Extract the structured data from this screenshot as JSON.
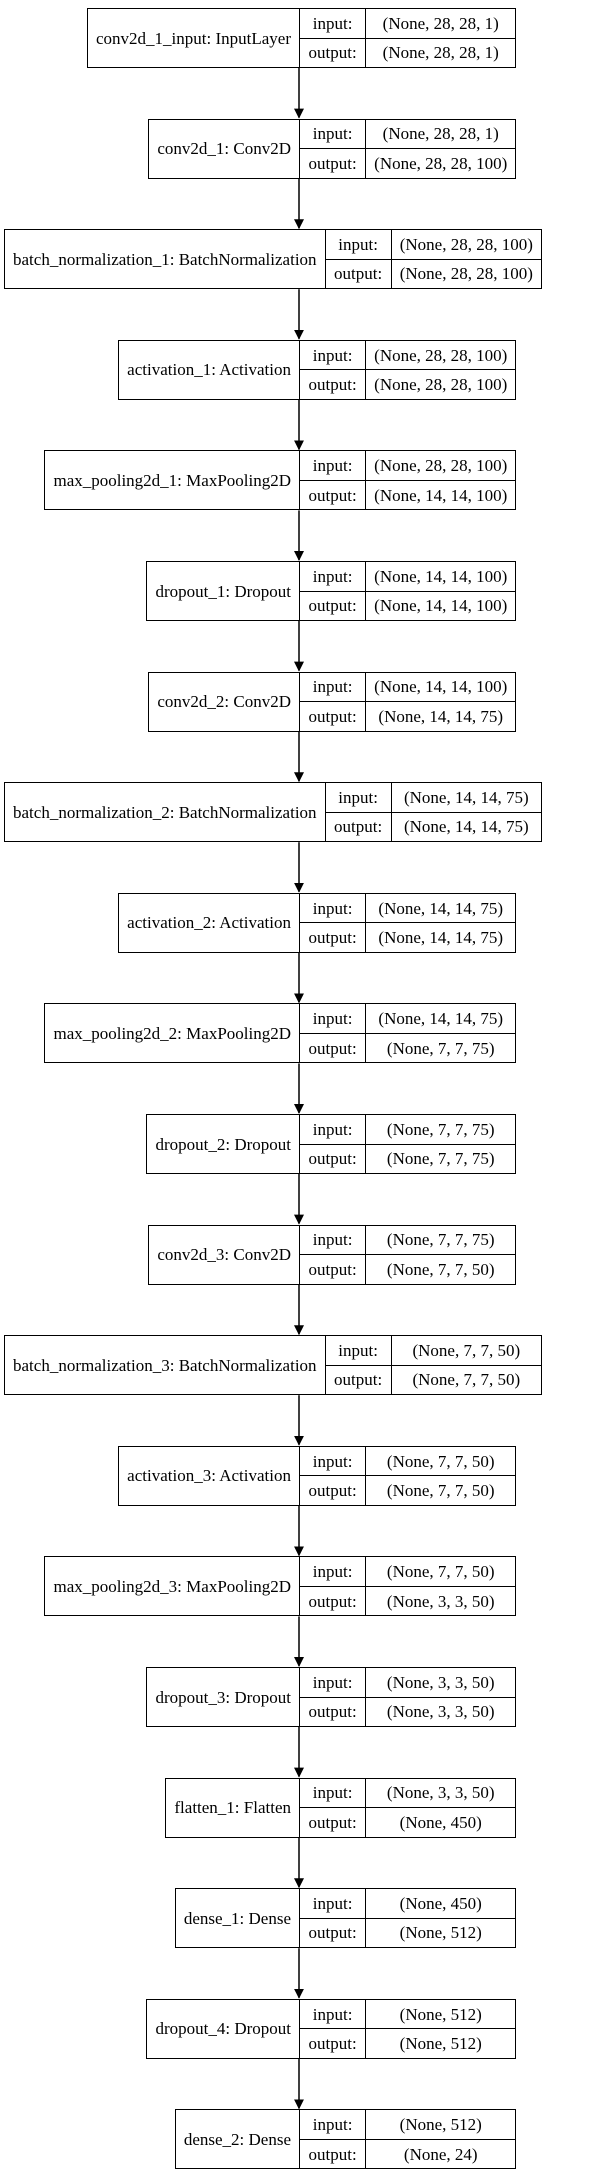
{
  "colors": {
    "stroke": "#000000",
    "background": "#ffffff"
  },
  "io_labels": {
    "input": "input:",
    "output": "output:"
  },
  "layers": [
    {
      "name": "conv2d_1_input: InputLayer",
      "input": "(None, 28, 28, 1)",
      "output": "(None, 28, 28, 1)"
    },
    {
      "name": "conv2d_1: Conv2D",
      "input": "(None, 28, 28, 1)",
      "output": "(None, 28, 28, 100)"
    },
    {
      "name": "batch_normalization_1: BatchNormalization",
      "input": "(None, 28, 28, 100)",
      "output": "(None, 28, 28, 100)"
    },
    {
      "name": "activation_1: Activation",
      "input": "(None, 28, 28, 100)",
      "output": "(None, 28, 28, 100)"
    },
    {
      "name": "max_pooling2d_1: MaxPooling2D",
      "input": "(None, 28, 28, 100)",
      "output": "(None, 14, 14, 100)"
    },
    {
      "name": "dropout_1: Dropout",
      "input": "(None, 14, 14, 100)",
      "output": "(None, 14, 14, 100)"
    },
    {
      "name": "conv2d_2: Conv2D",
      "input": "(None, 14, 14, 100)",
      "output": "(None, 14, 14, 75)"
    },
    {
      "name": "batch_normalization_2: BatchNormalization",
      "input": "(None, 14, 14, 75)",
      "output": "(None, 14, 14, 75)"
    },
    {
      "name": "activation_2: Activation",
      "input": "(None, 14, 14, 75)",
      "output": "(None, 14, 14, 75)"
    },
    {
      "name": "max_pooling2d_2: MaxPooling2D",
      "input": "(None, 14, 14, 75)",
      "output": "(None, 7, 7, 75)"
    },
    {
      "name": "dropout_2: Dropout",
      "input": "(None, 7, 7, 75)",
      "output": "(None, 7, 7, 75)"
    },
    {
      "name": "conv2d_3: Conv2D",
      "input": "(None, 7, 7, 75)",
      "output": "(None, 7, 7, 50)"
    },
    {
      "name": "batch_normalization_3: BatchNormalization",
      "input": "(None, 7, 7, 50)",
      "output": "(None, 7, 7, 50)"
    },
    {
      "name": "activation_3: Activation",
      "input": "(None, 7, 7, 50)",
      "output": "(None, 7, 7, 50)"
    },
    {
      "name": "max_pooling2d_3: MaxPooling2D",
      "input": "(None, 7, 7, 50)",
      "output": "(None, 3, 3, 50)"
    },
    {
      "name": "dropout_3: Dropout",
      "input": "(None, 3, 3, 50)",
      "output": "(None, 3, 3, 50)"
    },
    {
      "name": "flatten_1: Flatten",
      "input": "(None, 3, 3, 50)",
      "output": "(None, 450)"
    },
    {
      "name": "dense_1: Dense",
      "input": "(None, 450)",
      "output": "(None, 512)"
    },
    {
      "name": "dropout_4: Dropout",
      "input": "(None, 512)",
      "output": "(None, 512)"
    },
    {
      "name": "dense_2: Dense",
      "input": "(None, 512)",
      "output": "(None, 24)"
    }
  ]
}
